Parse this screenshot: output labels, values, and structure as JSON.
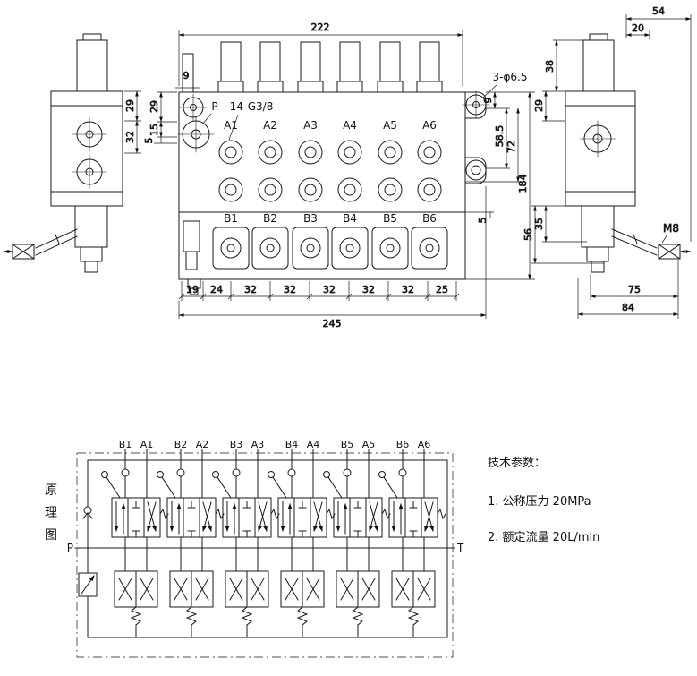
{
  "front": {
    "dim222": "222",
    "dim9": "9",
    "p": "P",
    "thread": "14-G3/8",
    "holes": "3-φ6.5",
    "a": [
      "A1",
      "A2",
      "A3",
      "A4",
      "A5",
      "A6"
    ],
    "b": [
      "B1",
      "B2",
      "B3",
      "B4",
      "B5",
      "B6"
    ],
    "left": {
      "d29": "29",
      "d15": "15",
      "d5": "5"
    },
    "right": {
      "d9": "9",
      "d585": "58.5",
      "d72": "72",
      "d184": "184",
      "d5": "5"
    },
    "chain": [
      "19",
      "24",
      "32",
      "32",
      "32",
      "32",
      "32",
      "25"
    ],
    "total": "245"
  },
  "left_view": {
    "d29": "29",
    "d32": "32"
  },
  "right_view": {
    "d54": "54",
    "d20": "20",
    "d38": "38",
    "d29": "29",
    "d56": "56",
    "d35": "35",
    "d75": "75",
    "d84": "84",
    "m8": "M8"
  },
  "schematic": {
    "title": [
      "原",
      "理",
      "图"
    ],
    "p": "P",
    "t": "T",
    "sections": [
      {
        "b": "B1",
        "a": "A1"
      },
      {
        "b": "B2",
        "a": "A2"
      },
      {
        "b": "B3",
        "a": "A3"
      },
      {
        "b": "B4",
        "a": "A4"
      },
      {
        "b": "B5",
        "a": "A5"
      },
      {
        "b": "B6",
        "a": "A6"
      }
    ]
  },
  "tech": {
    "heading": "技术参数：",
    "item1": "1. 公称压力  20MPa",
    "item2": "2. 额定流量  20L/min"
  }
}
